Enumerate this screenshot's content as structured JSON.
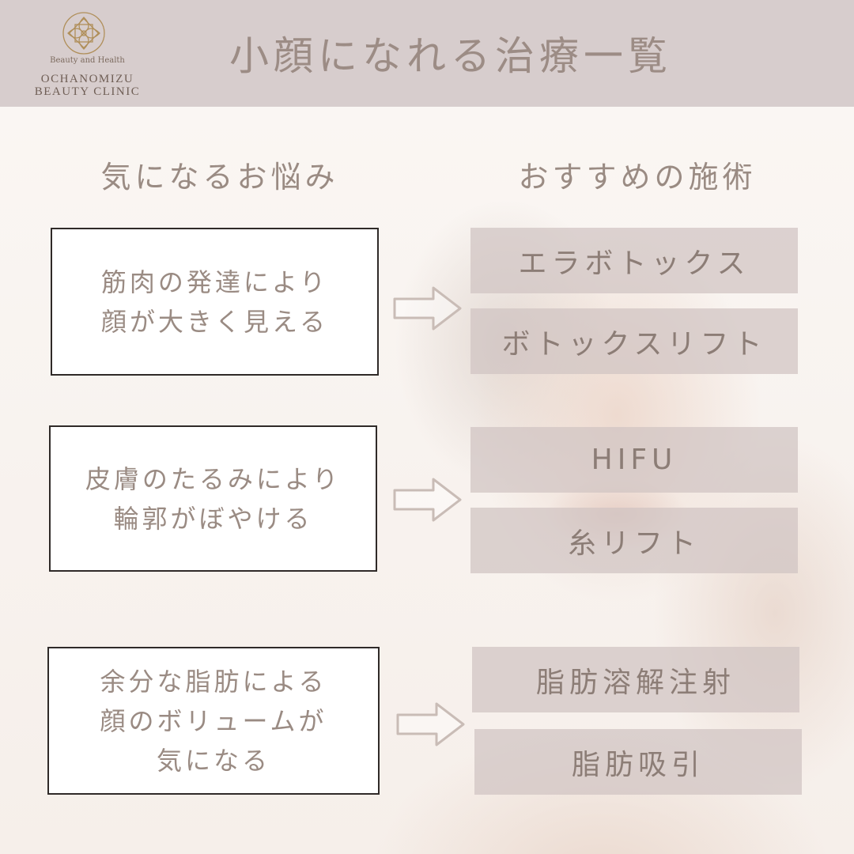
{
  "brand": {
    "tagline": "Beauty and Health",
    "name_line1": "OCHANOMIZU",
    "name_line2": "BEAUTY CLINIC"
  },
  "header": {
    "title": "小顔になれる治療一覧"
  },
  "columns": {
    "left": "気になるお悩み",
    "right": "おすすめの施術"
  },
  "rows": [
    {
      "concern_lines": [
        "筋肉の発達により",
        "顔が大きく見える"
      ],
      "treatments": [
        "エラボトックス",
        "ボトックスリフト"
      ]
    },
    {
      "concern_lines": [
        "皮膚のたるみにより",
        "輪郭がぼやける"
      ],
      "treatments": [
        "HIFU",
        "糸リフト"
      ]
    },
    {
      "concern_lines": [
        "余分な脂肪による",
        "顔のボリュームが",
        "気になる"
      ],
      "treatments": [
        "脂肪溶解注射",
        "脂肪吸引"
      ]
    }
  ],
  "colors": {
    "header_bg": "#d7cdcd",
    "treatment_bg": "#d0c4c2",
    "text": "#9a8b83",
    "logo_gold": "#b08f5a"
  },
  "icons": [
    "lotus-logo-icon",
    "arrow-right-icon"
  ]
}
